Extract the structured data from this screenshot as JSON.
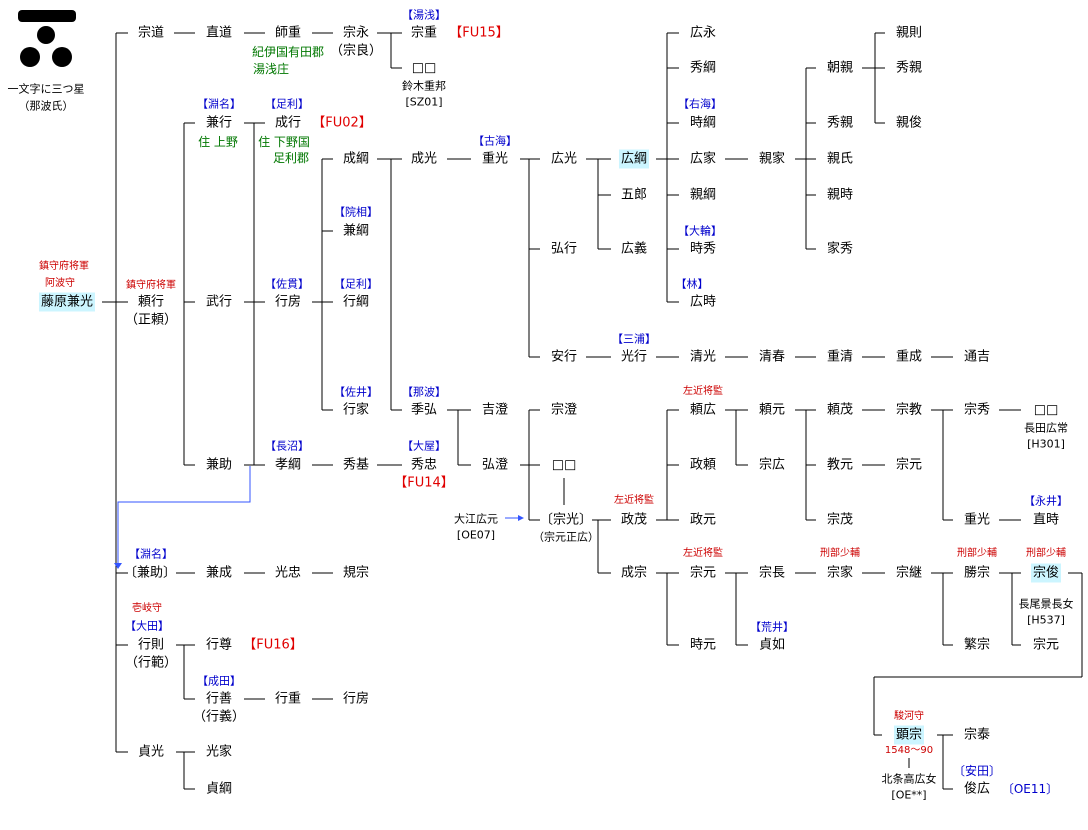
{
  "crest": {
    "label": "一文字に三つ星",
    "clan": "（那波氏）"
  },
  "people": {
    "kanemitsu": "藤原兼光",
    "muneyuki": "宗道",
    "yorinyuki": "頼行",
    "yoriyuki_alt": "（正頼）",
    "kaneyuki": "兼行",
    "takeyuki": "武行",
    "kanesuke": "兼助",
    "naomichi": "直道",
    "moroshige": "師重",
    "munenaga": "宗永",
    "munenaga_alt": "（宗良）",
    "muneshige": "宗重",
    "boxname1": "□□",
    "narikuki": "成行",
    "shigeyuki": "行房",
    "tsunamasa": "成綱",
    "kanetsuna": "兼綱",
    "yukitsuna": "行綱",
    "yukiie": "行家",
    "naruyuki": "成光",
    "shigemitsu": "重光",
    "hiromitsu": "広光",
    "hirotsuna": "広綱",
    "goro": "五郎",
    "hiroyoshi": "広義",
    "hiroyuki": "弘行",
    "yasuyuki": "安行",
    "mitsuyuki": "光行",
    "kiyomitsu": "清光",
    "kiyoharu": "清春",
    "shigekiyo": "重清",
    "shigenari": "重成",
    "michiyoshi": "通吉",
    "hironaga": "広永",
    "hidetsuna": "秀綱",
    "tokitsuna": "時綱",
    "hiroie": "広家",
    "chikatsuna": "親綱",
    "tokihide": "時秀",
    "hirotoki": "広時",
    "chikaie": "親家",
    "tomochika": "朝親",
    "hidechika": "秀親",
    "chikauji": "親氏",
    "chikatoki": "親時",
    "iehide": "家秀",
    "chikanori": "親則",
    "hidechika2": "秀親",
    "chikatoshi": "親俊",
    "suehiro": "季弘",
    "yoshizumi": "吉澄",
    "hirosumi": "弘澄",
    "munezumi": "宗澄",
    "boxname2": "□□",
    "munemitsu": "〔宗光〕",
    "munemitsu_alt": "（宗元正広）",
    "masashige": "政茂",
    "narimune": "成宗",
    "takatsuna": "孝綱",
    "hidemoto": "秀基",
    "hidetada": "秀忠",
    "ooe": "大江広元",
    "yorihiro": "頼広",
    "yorimoto": "頼元",
    "masayori": "政頼",
    "munehiro": "宗広",
    "masamoto": "政元",
    "yorishige": "頼茂",
    "norimoto": "教元",
    "muneshige2": "宗茂",
    "munenori": "宗教",
    "munemoto": "宗元",
    "munehide": "宗秀",
    "boxname3": "□□",
    "shigemitsu2": "重光",
    "naotoki": "直時",
    "munemoto2": "宗元",
    "munenaga2": "宗長",
    "muneie": "宗家",
    "munetsugu": "宗継",
    "katsumune": "勝宗",
    "munetoshi": "宗俊",
    "tokimoto": "時元",
    "sadayuki": "貞如",
    "shigemune": "繁宗",
    "munemoto3": "宗元",
    "akimune": "顕宗",
    "muneyasu": "宗泰",
    "toshihiro": "俊広",
    "kanesuke2": "〔兼助〕",
    "kanenari": "兼成",
    "mitsutada": "光忠",
    "norimune": "規宗",
    "yukinori": "行則",
    "yukinori_alt": "（行範）",
    "yukitaka": "行尊",
    "yukiyoshi": "行善",
    "yukiyoshi_alt": "（行義）",
    "yukishige": "行重",
    "yukifusa2": "行房",
    "sadamitsu": "貞光",
    "mitsuie": "光家",
    "sadatsuna": "貞綱"
  },
  "clans": {
    "yuasa": "【湯浅】",
    "fuchina1": "【淵名】",
    "ashikaga1": "【足利】",
    "furumi": "【古海】",
    "inbai": "【院相】",
    "sanuki": "【佐貫】",
    "ashikaga2": "【足利】",
    "sakai": "【佐井】",
    "naha": "【那波】",
    "naganuma": "【長沼】",
    "ooya": "【大屋】",
    "uumi": "【右海】",
    "oowa": "【大輪】",
    "hayashi": "【林】",
    "miura": "【三浦】",
    "arai": "【荒井】",
    "nagai": "【永井】",
    "fuchina2": "【淵名】",
    "oota": "【大田】",
    "narita": "【成田】",
    "yasuda": "〔安田〕"
  },
  "titles": {
    "chinju1": "鎮守府将軍",
    "awa": "阿波守",
    "chinju2": "鎮守府将軍",
    "sakon1": "左近将監",
    "sakon2": "左近将監",
    "sakon3": "左近将監",
    "gyobu1": "刑部少輔",
    "gyobu2": "刑部少輔",
    "gyobu3": "刑部少輔",
    "iki": "壱岐守",
    "suruga": "駿河守",
    "dates": "1548～90"
  },
  "codes": {
    "fu15": "【FU15】",
    "fu02": "【FU02】",
    "fu14": "【FU14】",
    "fu16": "【FU16】",
    "oe11": "〔OE11〕"
  },
  "notes": {
    "kii1": "紀伊国有田郡",
    "kii2": "湯浅庄",
    "ueno": "住 上野",
    "shimotsuke1": "住 下野国",
    "shimotsuke2": "足利郡",
    "suzuki": "鈴木重邦",
    "sz01": "[SZ01]",
    "oe07": "[OE07]",
    "nagata": "長田広常",
    "h301": "[H301]",
    "nagao": "長尾景長女",
    "h537": "[H537]",
    "hojo": "北条高広女",
    "oexx": "[OE**]"
  },
  "colors": {
    "highlight": "#ccf5ff",
    "clan_blue": "#0000cc",
    "title_red": "#cc0000",
    "code_red": "#e00000",
    "note_green": "#007700",
    "link_blue": "#3355ff"
  }
}
